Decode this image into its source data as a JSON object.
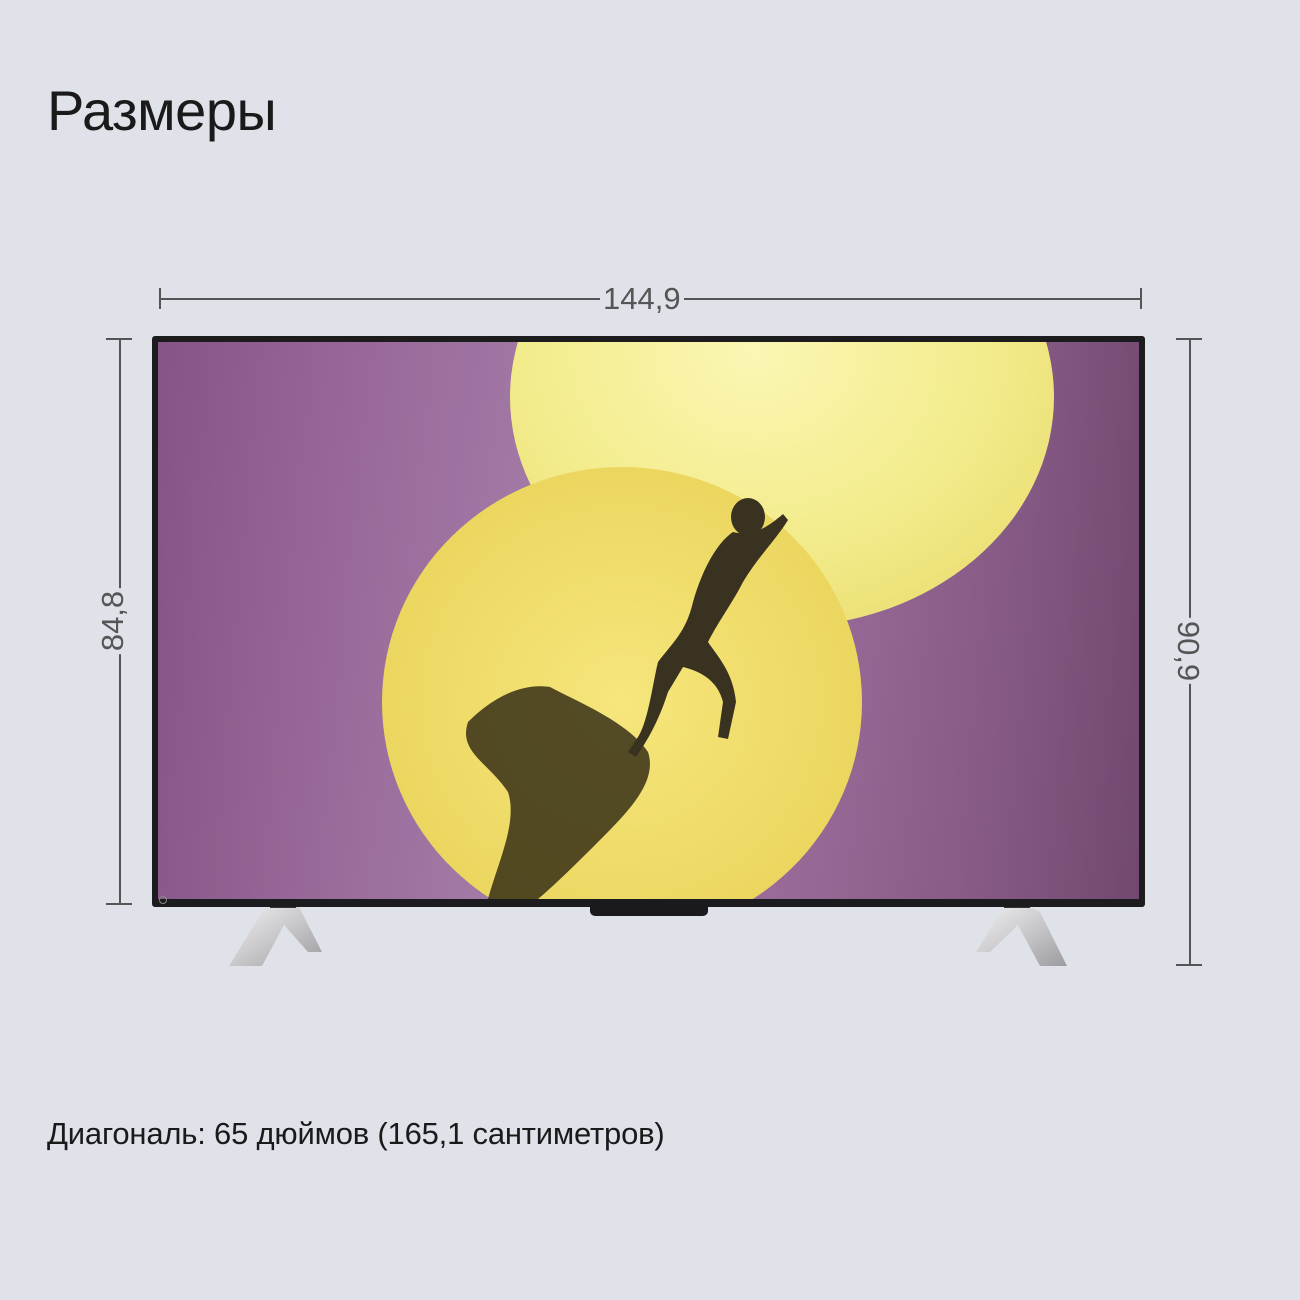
{
  "page": {
    "title": "Размеры",
    "diagonal": "Диагональ: 65 дюймов (165,1 сантиметров)"
  },
  "dimensions": {
    "width_label": "144,9",
    "screen_height_label": "84,8",
    "total_height_label": "90,9"
  },
  "colors": {
    "background": "#dfe2e9",
    "screen_purple": "#9a6a9a",
    "sun_yellow": "#f0ea7a",
    "line": "#555555"
  }
}
